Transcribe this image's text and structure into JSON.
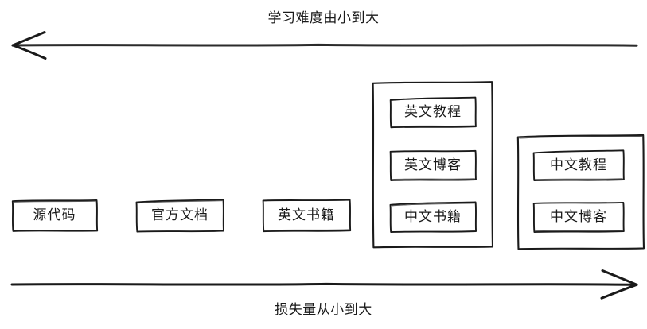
{
  "diagram": {
    "title_top": "学习难度由小到大",
    "title_bottom": "损失量从小到大",
    "stroke_color": "#1a1a1a",
    "background_color": "#ffffff",
    "axes": [
      {
        "name": "top-axis",
        "label": "学习难度由小到大",
        "direction": "left",
        "position": "top"
      },
      {
        "name": "bottom-axis",
        "label": "损失量从小到大",
        "direction": "right",
        "position": "bottom"
      }
    ],
    "items": [
      {
        "label": "源代码",
        "group": null
      },
      {
        "label": "官方文档",
        "group": null
      },
      {
        "label": "英文书籍",
        "group": null
      },
      {
        "label": "英文教程",
        "group": "english-stack"
      },
      {
        "label": "英文博客",
        "group": "english-stack"
      },
      {
        "label": "中文书籍",
        "group": "english-stack"
      },
      {
        "label": "中文教程",
        "group": "chinese-stack"
      },
      {
        "label": "中文博客",
        "group": "chinese-stack"
      }
    ],
    "groups": [
      {
        "name": "english-stack",
        "members": [
          "英文教程",
          "英文博客",
          "中文书籍"
        ]
      },
      {
        "name": "chinese-stack",
        "members": [
          "中文教程",
          "中文博客"
        ]
      }
    ]
  }
}
